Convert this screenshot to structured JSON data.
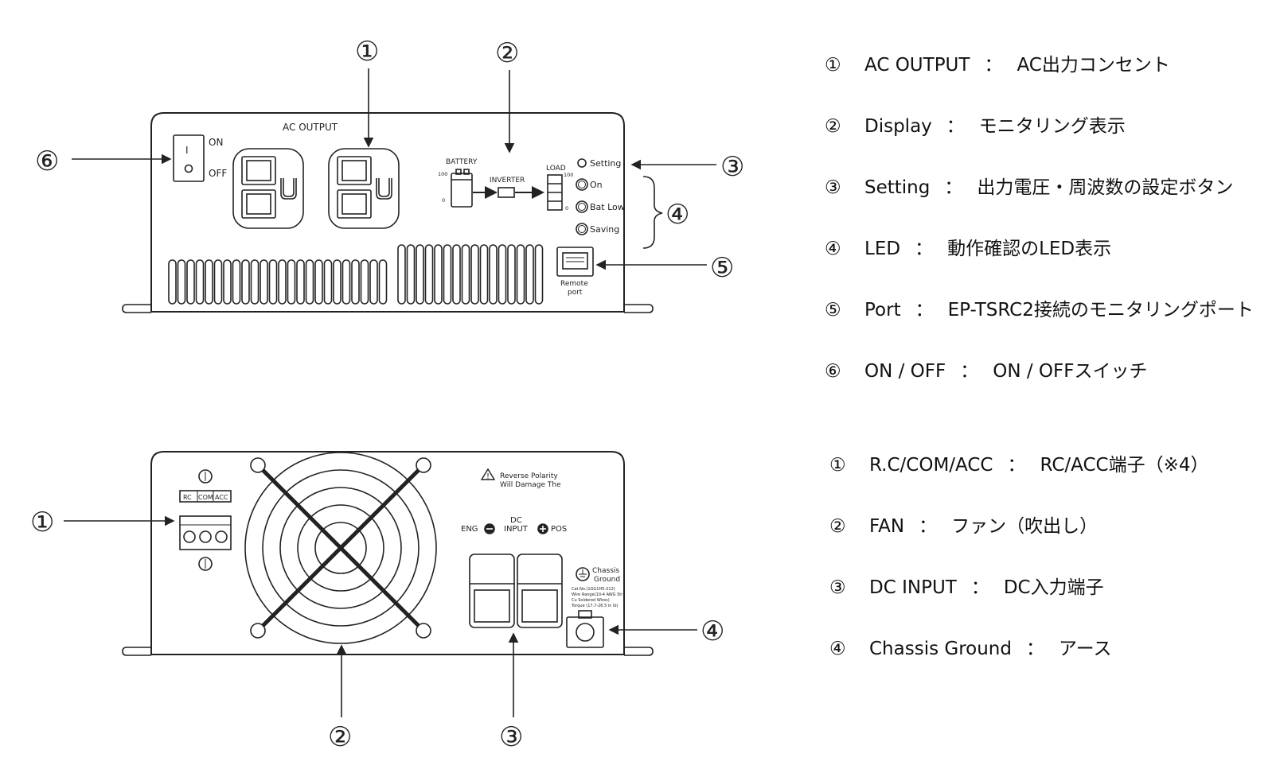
{
  "front_panel": {
    "ac_output_label": "AC OUTPUT",
    "switch": {
      "on": "ON",
      "off": "OFF",
      "mark_on": "I",
      "mark_off": "O"
    },
    "display": {
      "battery": "BATTERY",
      "inverter": "INVERTER",
      "load": "LOAD",
      "scale_max": "100",
      "scale_min": "0"
    },
    "buttons": {
      "setting": "Setting",
      "on": "On",
      "bat_low": "Bat Low",
      "saving": "Saving"
    },
    "remote_port": {
      "line1": "Remote",
      "line2": "port"
    }
  },
  "rear_panel": {
    "terminal_labels": [
      "RC",
      "COM",
      "ACC"
    ],
    "warning": {
      "line1": "Reverse Polarity",
      "line2": "Will Damage The"
    },
    "dc": {
      "neg": "ENG",
      "title1": "DC",
      "title2": "INPUT",
      "pos": "POS"
    },
    "chassis": {
      "line1": "Chassis",
      "line2": "Ground"
    },
    "spec_lines": [
      "Cat.No.(1GG1H5-212)",
      "Wire Range(10-4 AWG Str",
      "Cu Soldered Wires)",
      "Torque (17.7-26.5 in lb)"
    ]
  },
  "callout_numbers": {
    "c1": "①",
    "c2": "②",
    "c3": "③",
    "c4": "④",
    "c5": "⑤",
    "c6": "⑥"
  },
  "front_legend": [
    {
      "num": "①",
      "name": "AC OUTPUT",
      "sep": "：",
      "desc": "AC出力コンセント"
    },
    {
      "num": "②",
      "name": "Display",
      "sep": "：",
      "desc": "モニタリング表示"
    },
    {
      "num": "③",
      "name": "Setting",
      "sep": "：",
      "desc": "出力電圧・周波数の設定ボタン"
    },
    {
      "num": "④",
      "name": "LED",
      "sep": "：",
      "desc": "動作確認のLED表示"
    },
    {
      "num": "⑤",
      "name": "Port",
      "sep": "：",
      "desc": "EP-TSRC2接続のモニタリングポート"
    },
    {
      "num": "⑥",
      "name": "ON / OFF",
      "sep": "：",
      "desc": "ON / OFFスイッチ"
    }
  ],
  "rear_legend": [
    {
      "num": "①",
      "name": "R.C/COM/ACC",
      "sep": "：",
      "desc": "RC/ACC端子（※4）"
    },
    {
      "num": "②",
      "name": "FAN",
      "sep": "：",
      "desc": "ファン（吹出し）"
    },
    {
      "num": "③",
      "name": "DC INPUT",
      "sep": "：",
      "desc": "DC入力端子"
    },
    {
      "num": "④",
      "name": "Chassis Ground",
      "sep": "：",
      "desc": "アース"
    }
  ]
}
